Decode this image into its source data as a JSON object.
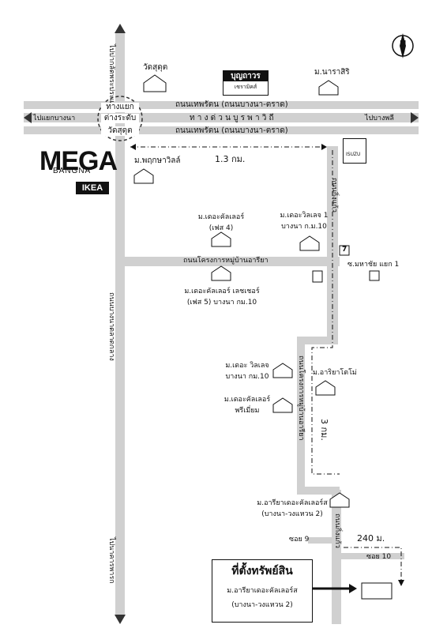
{
  "labels": {
    "dir_pak_lat": "ไปปากลัดพระประแดง",
    "dir_bangna_junction": "ไปแยกบางนา",
    "dir_bangphli": "ไปบางพลี",
    "dir_bottom_left": "ไปนาคารพารก",
    "wat_sutthi_top": "วัดสุดุต",
    "wat_sutthi_bottom": "วัดสุดุต",
    "bunthavorn_line1": "บุญถาวร",
    "bunthavorn_line2": "เซรามิคส์",
    "naraswiri": "ม.นาราสิริ",
    "junction_line1": "ทางแยก",
    "junction_line2": "ต่างระดับ",
    "road_top": "ถนนเทพรัตน (ถนนบางนา-ตราด)",
    "road_expressway": "ท า ง ด่ ว น บู ร พ า วิ ถี",
    "road_bottom": "ถนนเทพรัตน (ถนนบางนา-ตราด)",
    "mega_line1": "MEGA",
    "mega_line2": "BANGNA",
    "ikea": "IKEA",
    "pruksaville": "ม.พฤกษาวิลล์",
    "dist_1_3": "1.3 กม.",
    "isuzu": "ISUZU",
    "road_ke_keo": "ถนนกิ่งแก้ว",
    "village_ville_1": "ม.เดอะวิลเลจ 1",
    "village_ville_1_sub": "บางนา ก.ม.10",
    "connoisseur_4_line1": "ม.เดอะคัลเลอร์",
    "connoisseur_4_line2": "(เฟส 4)",
    "road_project": "ถนนโครงการหมู่บ้านอารียา",
    "soi_maharat": "ซ.มหาชัย แยก 1",
    "seven_eleven": "7",
    "connoisseur_5_line1": "ม.เดอะคัลเลอร์ เลชเชอร์",
    "connoisseur_5_line2": "(เฟส 5) บางนา กม.10",
    "road_left_vertical": "ถนนบางนาตลาดกลาง",
    "village_ville_10_line1": "ม.เดอะ วิลเลจ",
    "village_ville_10_line2": "บางนา กม.10",
    "arriya_tomo": "ม.อาริยาโตโม่",
    "connoisseur_premium_line1": "ม.เดอะคัลเลอร์",
    "connoisseur_premium_line2": "พรีเมี่ยม",
    "road_village_vertical": "ถนนโครงการหมู่บ้านอารียา",
    "dist_3": "3 กม.",
    "arriya_connoisseur_line1": "ม.อารียาเดอะคัลเลอร์ส",
    "arriya_connoisseur_line2": "(บางนา-วงแหวน 2)",
    "soi_9": "ซอย 9",
    "soi_10": "ซอย 10",
    "dist_240": "240 ม.",
    "road_bottom_vertical": "ถนนกิ่งแก้ว",
    "property_title": "ที่ตั้งทรัพย์สิน",
    "property_name": "ม.อารียาเดอะคัลเลอร์ส",
    "property_sub": "(บางนา-วงแหวน 2)",
    "compass_n": "N"
  }
}
